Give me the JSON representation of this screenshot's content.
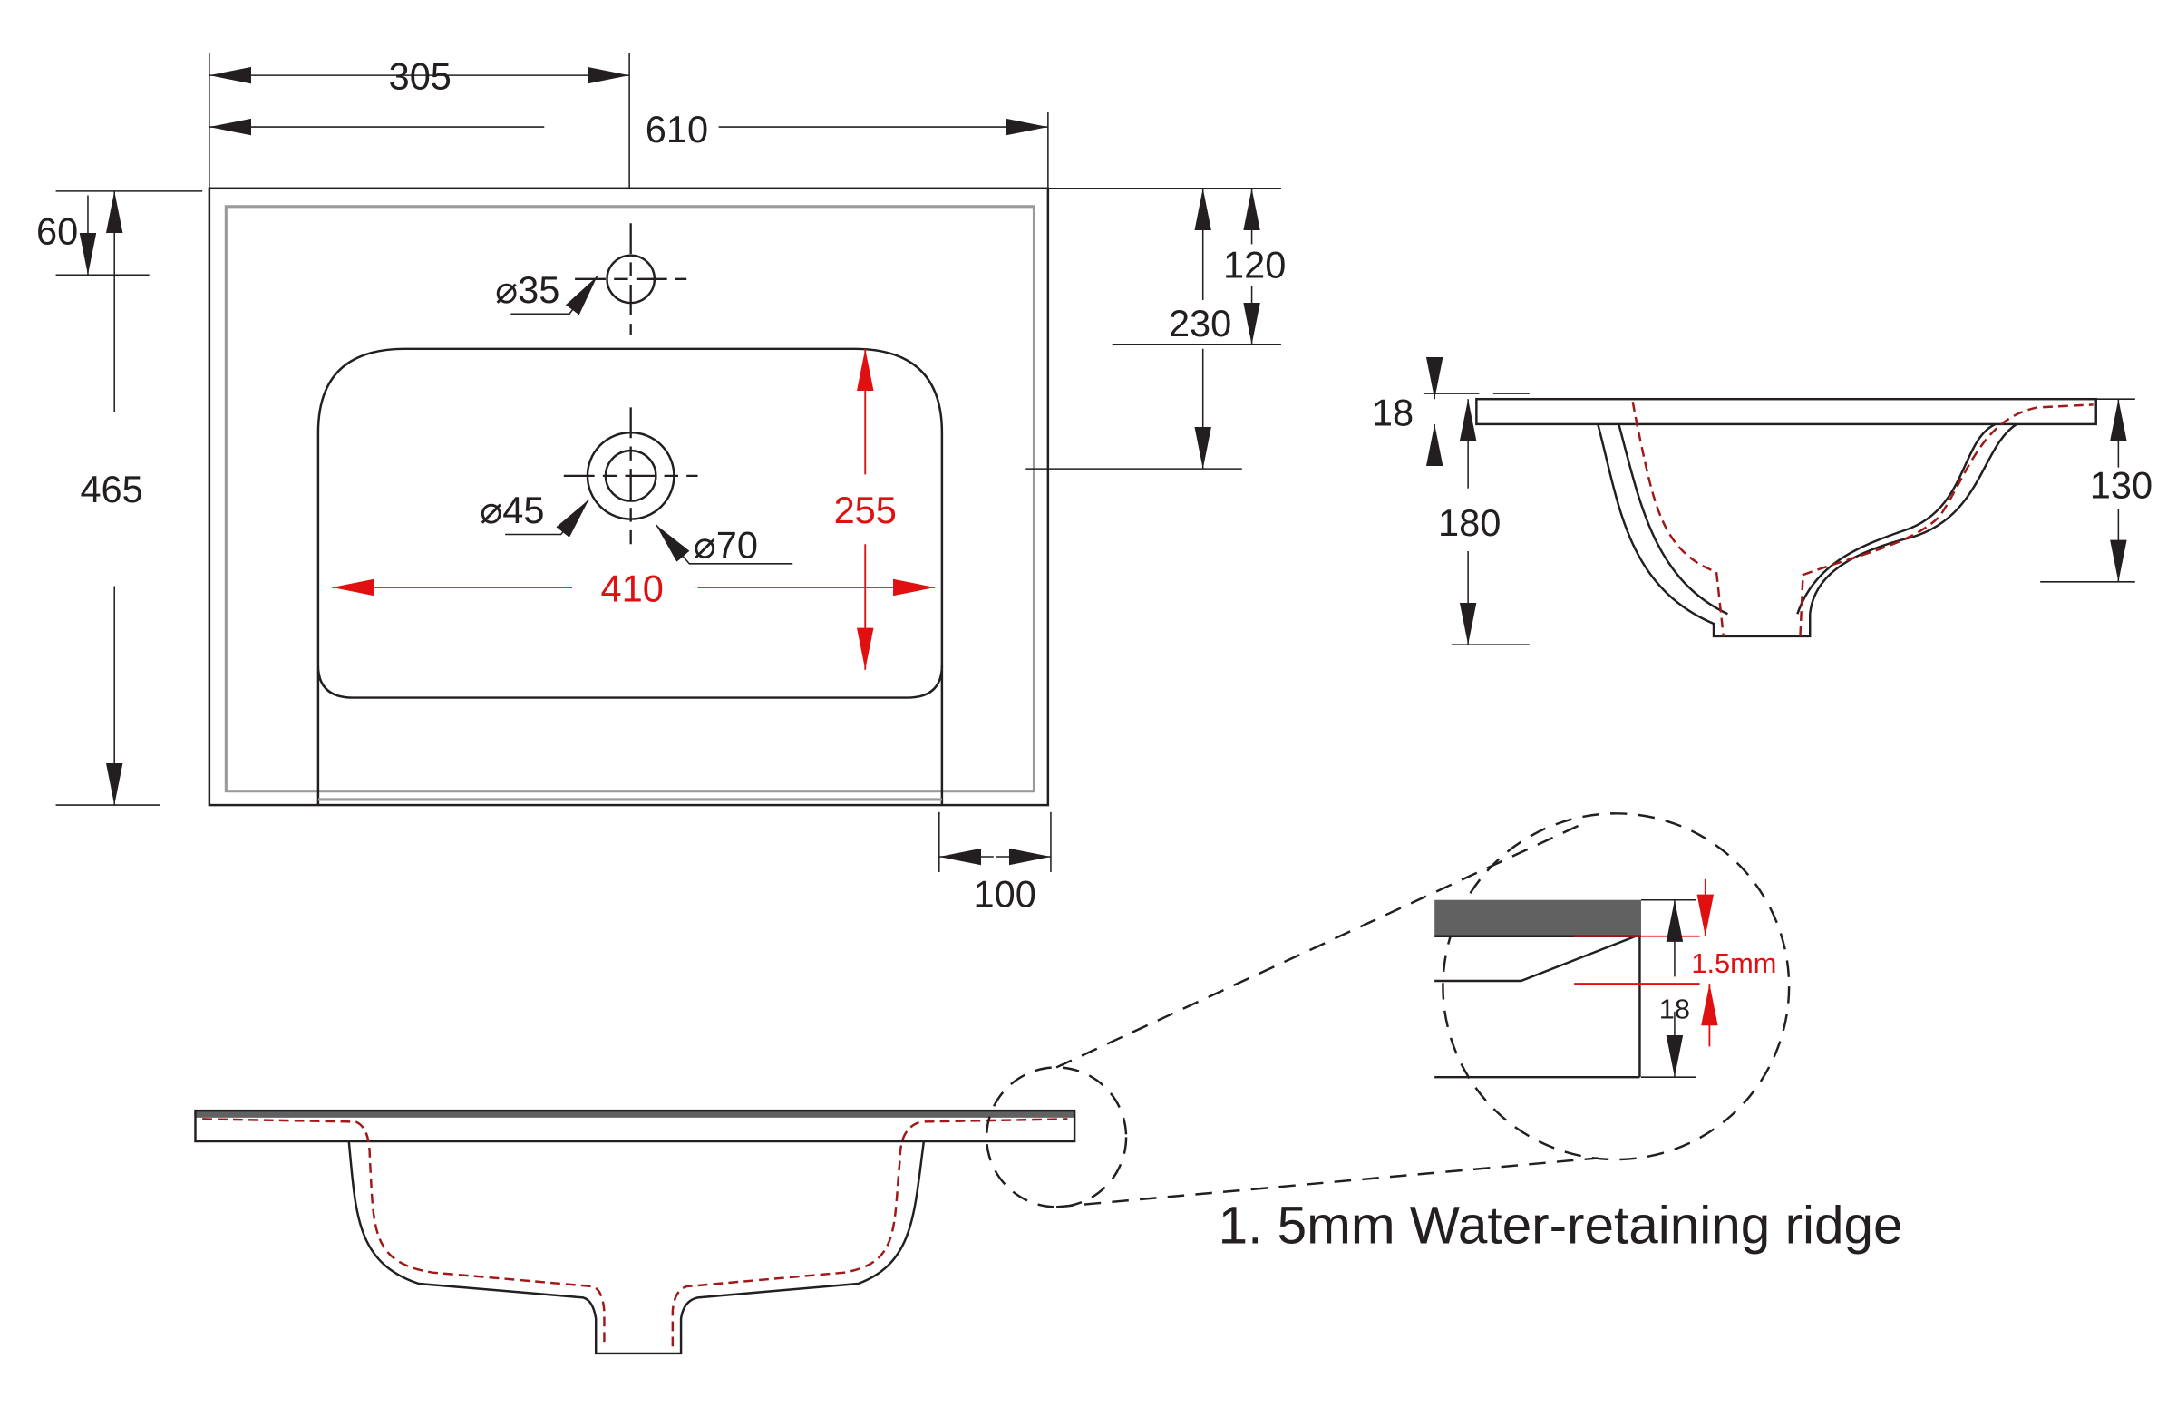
{
  "top_view": {
    "width_half": "305",
    "width_total": "610",
    "edge_to_tap": "60",
    "depth_total": "465",
    "tap_from_back": "120",
    "drain_from_back": "230",
    "tap_hole": "⌀35",
    "drain_inner": "⌀45",
    "drain_outer": "⌀70",
    "bowl_depth": "255",
    "bowl_width": "410",
    "side_margin": "100"
  },
  "side_view": {
    "deck_thickness": "18",
    "overall_height": "180",
    "bowl_height": "130"
  },
  "detail": {
    "ridge_height": "1.5mm",
    "thickness": "18",
    "caption": "1. 5mm Water-retaining ridge"
  },
  "colors": {
    "line": "#231f20",
    "dimension_red": "#e01010",
    "ridge_fill": "#616161"
  }
}
